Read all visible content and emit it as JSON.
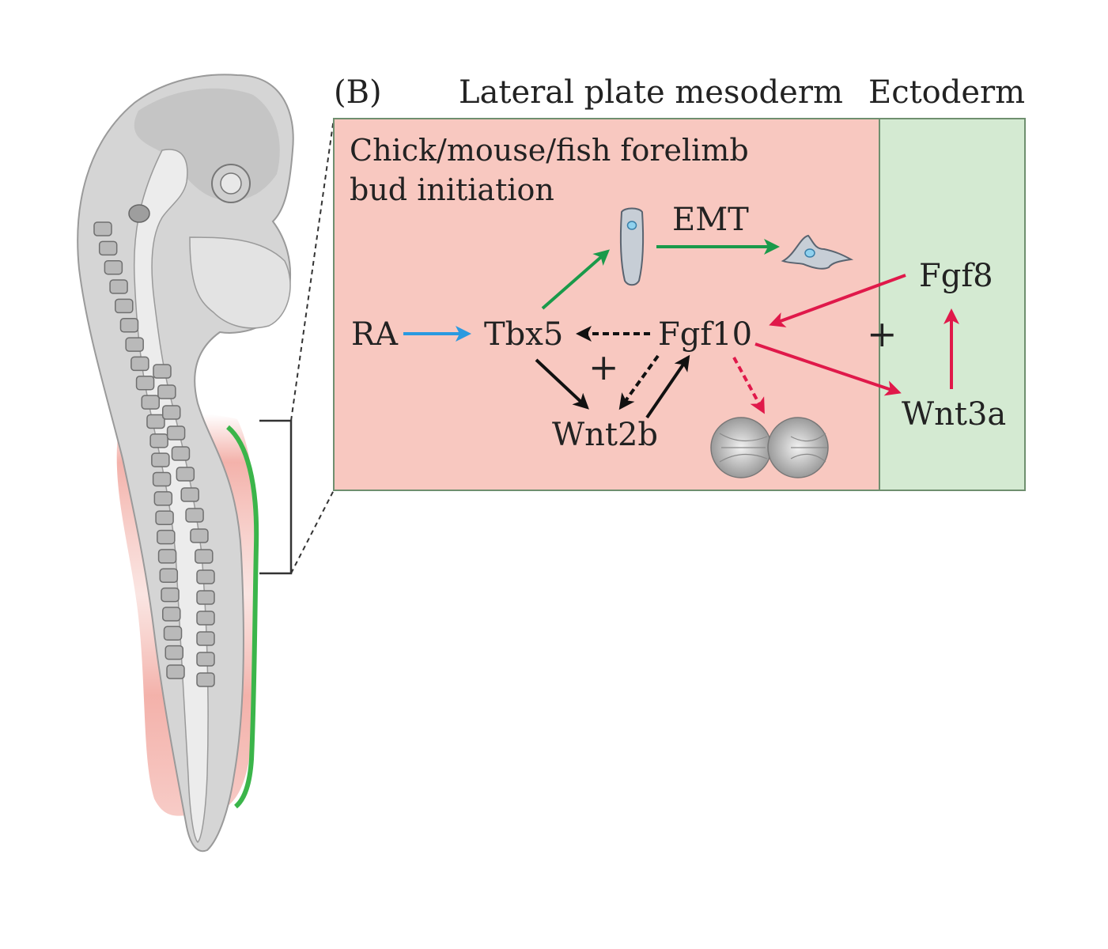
{
  "panel_label": "(B)",
  "header_mesoderm": "Lateral plate mesoderm",
  "header_ectoderm": "Ectoderm",
  "box_title_line1": "Chick/mouse/fish forelimb",
  "box_title_line2": "bud initiation",
  "nodes": {
    "ra": "RA",
    "tbx5": "Tbx5",
    "fgf10": "Fgf10",
    "wnt2b": "Wnt2b",
    "fgf8": "Fgf8",
    "wnt3a": "Wnt3a",
    "emt": "EMT"
  },
  "plus_sign": "+",
  "colors": {
    "mesoderm_fill": "#f8c8c0",
    "ectoderm_fill": "#d4ead2",
    "box_border": "#6f8f6f",
    "arrow_blue": "#2a9ae0",
    "arrow_green": "#1a9a4a",
    "arrow_red": "#e0194a",
    "arrow_black": "#111111",
    "embryo_gray": "#c8c8c8",
    "embryo_pink": "#f2a9a1",
    "embryo_green": "#3bb54a"
  },
  "icons": [
    "epithelial-cell-icon",
    "mesenchymal-cell-icon",
    "dividing-cell-icon",
    "embryo-illustration"
  ]
}
